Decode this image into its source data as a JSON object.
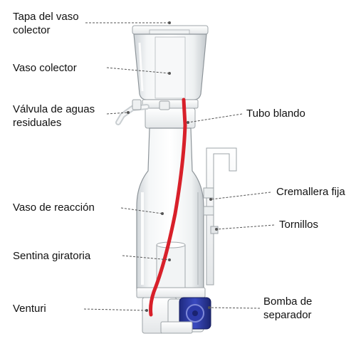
{
  "labels": {
    "tapa_line1": "Tapa del vaso",
    "tapa_line2": "colector",
    "vaso_colector": "Vaso colector",
    "valvula_line1": "Válvula de aguas",
    "valvula_line2": "residuales",
    "tubo_blando": "Tubo blando",
    "cremallera_fija": "Cremallera fija",
    "vaso_reaccion": "Vaso de reacción",
    "tornillos": "Tornillos",
    "sentina_giratoria": "Sentina giratoria",
    "venturi": "Venturi",
    "bomba_line1": "Bomba de",
    "bomba_line2": "separador"
  },
  "colors": {
    "tube": "#d8202a",
    "pump": "#2f3da5",
    "leader": "#555555"
  }
}
